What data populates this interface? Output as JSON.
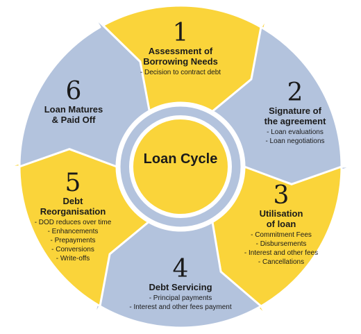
{
  "center": {
    "label": "Loan Cycle"
  },
  "colors": {
    "yellow": "#fad43a",
    "blue": "#b3c3dd",
    "outline": "#ffffff"
  },
  "stages": [
    {
      "number": "1",
      "title": "Assessment of\nBorrowing Needs",
      "items": [
        "- Decision to contract debt"
      ],
      "color": "yellow"
    },
    {
      "number": "2",
      "title": "Signature of\nthe agreement",
      "items": [
        "- Loan evaluations",
        "- Loan negotiations"
      ],
      "color": "blue"
    },
    {
      "number": "3",
      "title": "Utilisation\nof loan",
      "items": [
        "- Commitment Fees",
        "- Disbursements",
        "- Interest and other fees",
        "- Cancellations"
      ],
      "color": "yellow"
    },
    {
      "number": "4",
      "title": "Debt Servicing",
      "items": [
        "- Principal payments",
        "- Interest and other fees payment"
      ],
      "color": "blue"
    },
    {
      "number": "5",
      "title": "Debt\nReorganisation",
      "items": [
        "- DOD reduces over time",
        "- Enhancements",
        "- Prepayments",
        "- Conversions",
        "- Write-offs"
      ],
      "color": "yellow"
    },
    {
      "number": "6",
      "title": "Loan Matures\n& Paid Off",
      "items": [],
      "color": "blue"
    }
  ]
}
